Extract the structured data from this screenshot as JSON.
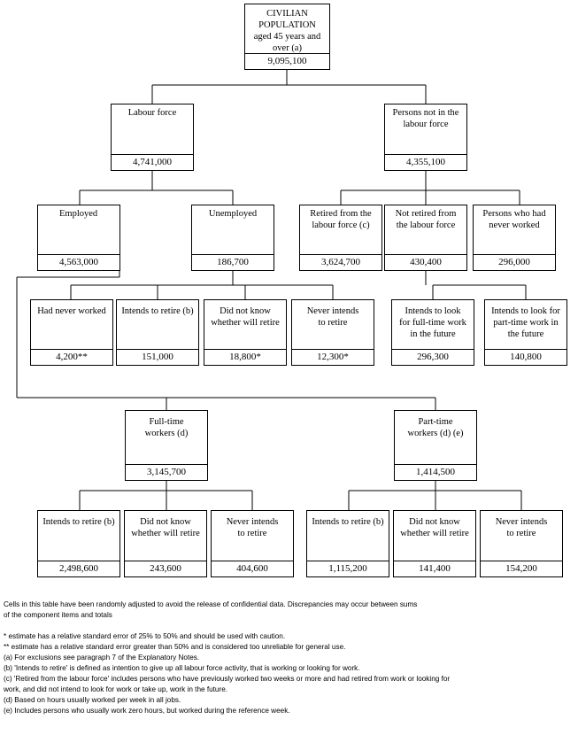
{
  "root": {
    "label": "CIVILIAN POPULATION aged 45 years and over (a)",
    "value": "9,095,100"
  },
  "labour_force": {
    "label": "Labour force",
    "value": "4,741,000"
  },
  "not_in_labour_force": {
    "label": "Persons not in the labour force",
    "value": "4,355,100"
  },
  "employed": {
    "label": "Employed",
    "value": "4,563,000"
  },
  "unemployed": {
    "label": "Unemployed",
    "value": "186,700"
  },
  "retired": {
    "label": "Retired from the labour force (c)",
    "value": "3,624,700"
  },
  "not_retired": {
    "label": "Not retired from the labour force",
    "value": "430,400"
  },
  "never_worked_persons": {
    "label": "Persons who had never worked",
    "value": "296,000"
  },
  "unemp_never_worked": {
    "label": "Had never worked",
    "value": "4,200**"
  },
  "unemp_intends_retire": {
    "label": "Intends to retire (b)",
    "value": "151,000"
  },
  "unemp_did_not_know": {
    "label": "Did not know whether will retire",
    "value": "18,800*"
  },
  "unemp_never_intends": {
    "label": "Never intends to retire",
    "value": "12,300*"
  },
  "look_full_time": {
    "label": "Intends to look for full-time work in the future",
    "value": "296,300"
  },
  "look_part_time": {
    "label": "Intends to look for part-time work in the future",
    "value": "140,800"
  },
  "full_time": {
    "label": "Full-time workers (d)",
    "value": "3,145,700"
  },
  "part_time": {
    "label": "Part-time workers (d) (e)",
    "value": "1,414,500"
  },
  "ft_intends_retire": {
    "label": "Intends to retire (b)",
    "value": "2,498,600"
  },
  "ft_did_not_know": {
    "label": "Did not know whether will retire",
    "value": "243,600"
  },
  "ft_never_intends": {
    "label": "Never intends to retire",
    "value": "404,600"
  },
  "pt_intends_retire": {
    "label": "Intends to retire (b)",
    "value": "1,115,200"
  },
  "pt_did_not_know": {
    "label": "Did not know whether will retire",
    "value": "141,400"
  },
  "pt_never_intends": {
    "label": "Never intends to retire",
    "value": "154,200"
  },
  "notes": {
    "line1": "Cells in this table have been randomly adjusted to avoid the release of confidential data. Discrepancies may occur between sums",
    "line2": "of the component items and totals",
    "star": "* estimate has a relative standard error of 25% to 50% and should be used with caution.",
    "double_star": "** estimate has a relative standard error greater than 50% and is considered too unreliable for general use.",
    "a": "(a) For exclusions see paragraph 7 of the Explanatory Notes.",
    "b": "(b) 'Intends to retire' is defined as intention to give up all labour force activity, that is working or looking for work.",
    "c1": "(c) 'Retired from the labour force' includes persons who have previously worked two weeks or more and had retired from work or looking for",
    "c2": "work, and did not intend to look for work or take up, work in the future.",
    "d": "(d) Based on hours usually worked per week in all jobs.",
    "e": "(e) Includes persons who usually work zero hours, but worked during the reference week."
  }
}
